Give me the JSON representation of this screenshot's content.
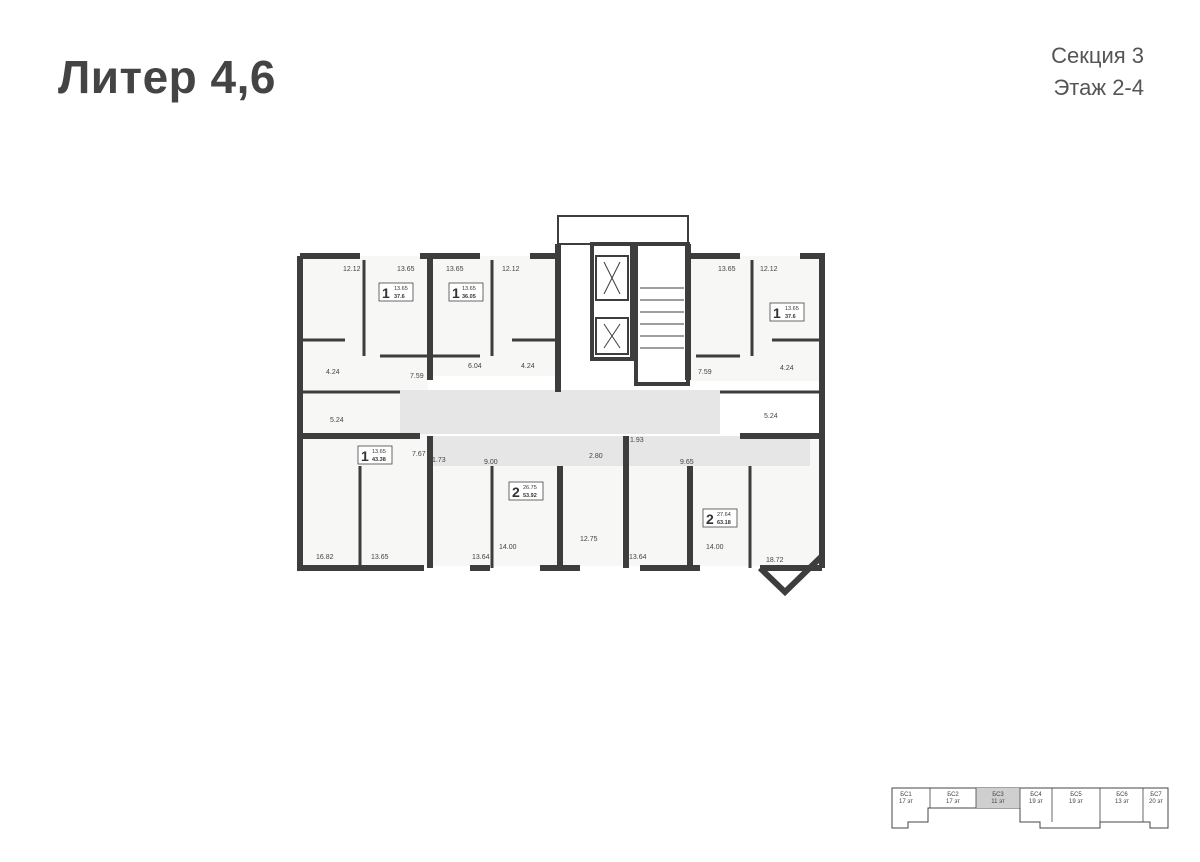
{
  "header": {
    "title": "Литер 4,6",
    "section": "Секция 3",
    "floor": "Этаж 2-4"
  },
  "apartments": [
    {
      "rooms": "1",
      "living_area": "13.65",
      "total_area": "37.6"
    },
    {
      "rooms": "1",
      "living_area": "13.65",
      "total_area": "36.05"
    },
    {
      "rooms": "1",
      "living_area": "13.65",
      "total_area": "37.6"
    },
    {
      "rooms": "1",
      "living_area": "13.65",
      "total_area": "43.38"
    },
    {
      "rooms": "2",
      "living_area": "26.75",
      "total_area": "53.92"
    },
    {
      "rooms": "2",
      "living_area": "27.64",
      "total_area": "63.18"
    }
  ],
  "room_areas": [
    "12.12",
    "13.65",
    "13.65",
    "12.12",
    "13.65",
    "12.12",
    "4.24",
    "7.59",
    "6.04",
    "4.24",
    "7.59",
    "4.24",
    "5.24",
    "5.24",
    "7.67",
    "1.73",
    "9.00",
    "2.80",
    "1.93",
    "9.65",
    "16.82",
    "13.65",
    "13.64",
    "14.00",
    "12.75",
    "13.64",
    "14.00",
    "18.72"
  ],
  "section_map": {
    "sections": [
      {
        "code": "БС1",
        "floors": "17 эт",
        "current": false
      },
      {
        "code": "БС2",
        "floors": "17 эт",
        "current": false
      },
      {
        "code": "БС3",
        "floors": "11 эт",
        "current": true
      },
      {
        "code": "БС4",
        "floors": "19 эт",
        "current": false
      },
      {
        "code": "БС5",
        "floors": "19 эт",
        "current": false
      },
      {
        "code": "БС6",
        "floors": "13 эт",
        "current": false
      },
      {
        "code": "БС7",
        "floors": "20 эт",
        "current": false
      }
    ]
  },
  "colors": {
    "wall": "#3d3d3d",
    "apartment_fill": "#f7f7f5",
    "corridor_fill": "#e4e4e4",
    "current_section_fill": "#cfcfcf"
  }
}
